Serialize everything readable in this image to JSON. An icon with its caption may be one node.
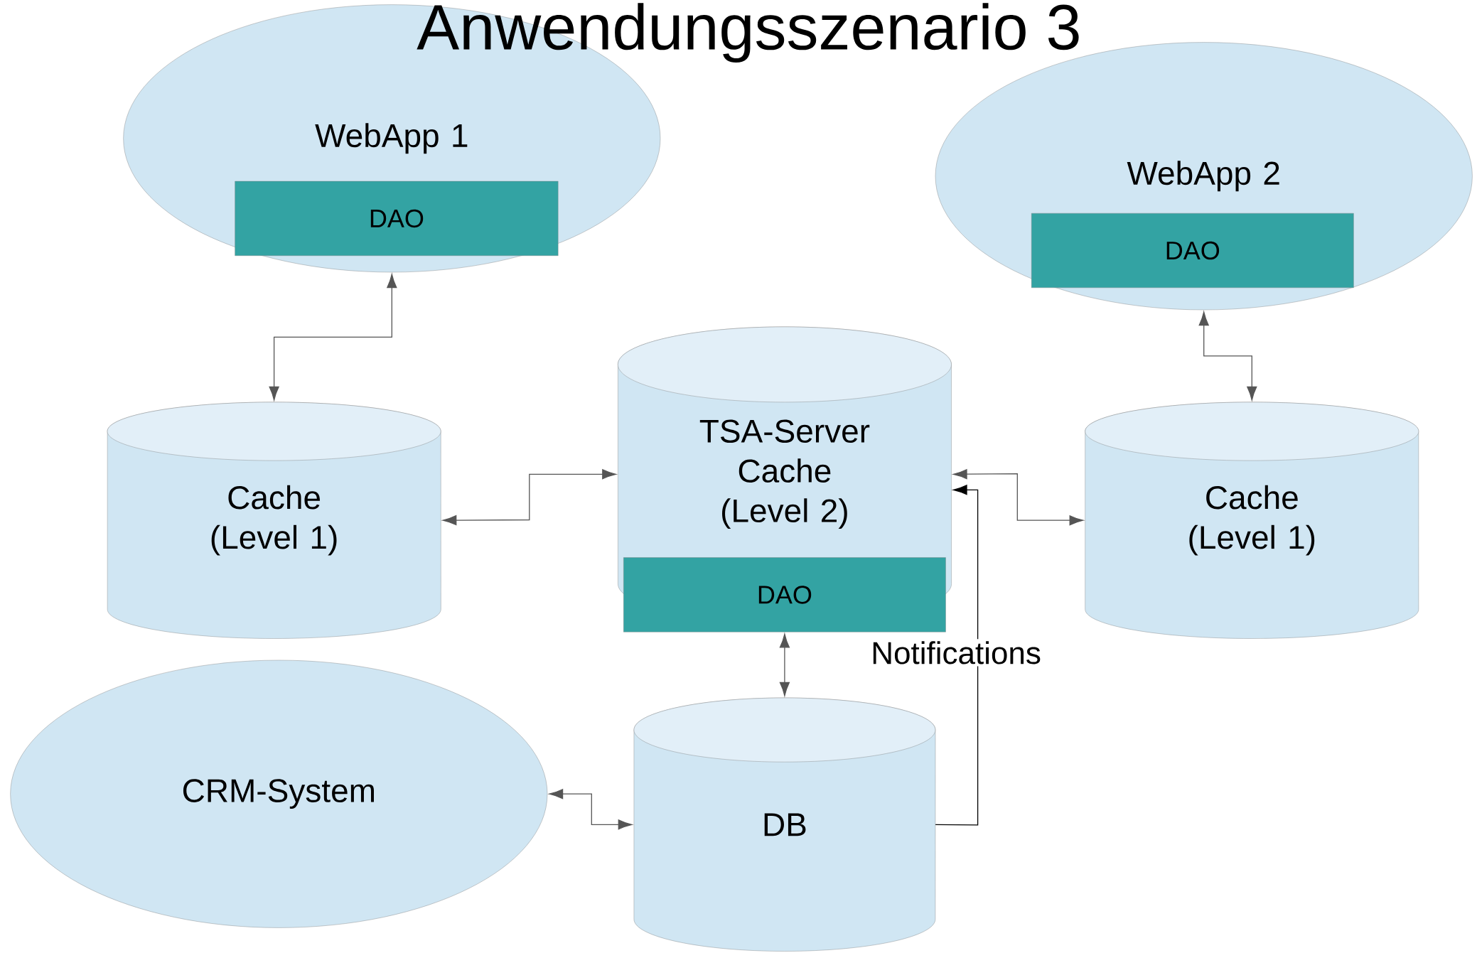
{
  "diagram": {
    "title": "Anwendungsszenario 3",
    "nodes": [
      {
        "text": [
          "WebApp 1"
        ]
      },
      {
        "text": [
          "DAO"
        ],
        "in": 0
      },
      {
        "text": [
          "WebApp 2"
        ]
      },
      {
        "text": [
          "DAO"
        ],
        "in": 2
      },
      {
        "text": [
          "Cache (Level 1)"
        ]
      },
      {
        "text": [
          "TSA-Server Cache (Level 2)"
        ]
      },
      {
        "text": [
          "DAO"
        ]
      },
      {
        "text": [
          "Cache (Level 1)"
        ]
      },
      {
        "text": [
          "CRM-System"
        ]
      },
      {
        "text": [
          "DB"
        ]
      }
    ],
    "edges": [
      {
        "from": 0,
        "to": 4,
        "arrow": "both"
      },
      {
        "from": 2,
        "to": 7,
        "arrow": "both"
      },
      {
        "from": 4,
        "to": 5,
        "arrow": "both"
      },
      {
        "from": 5,
        "to": 7,
        "arrow": "both"
      },
      {
        "from": 6,
        "to": 9,
        "arrow": "both"
      },
      {
        "from": 8,
        "to": 9,
        "arrow": "both"
      },
      {
        "from": 9,
        "to": 5,
        "arrow": "to",
        "label": "Notifications",
        "color": "#000000"
      }
    ]
  }
}
